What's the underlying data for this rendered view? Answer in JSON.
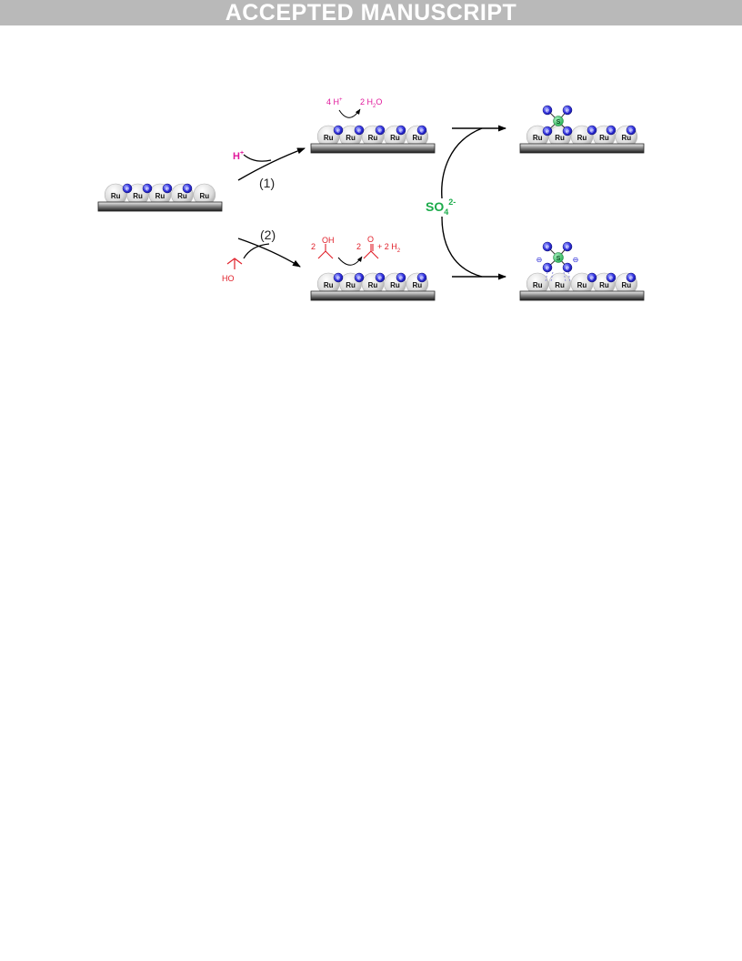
{
  "banner": {
    "text": "ACCEPTED MANUSCRIPT"
  },
  "scheme": {
    "atom_label": "Ru",
    "electron_label": "e",
    "sulfur_label": "S",
    "anion_charge_label": "⊖",
    "route1": {
      "label": "(1)",
      "reagent": "H",
      "reagent_sup": "+"
    },
    "route2": {
      "label": "(2)",
      "reagent_oh": "HO"
    },
    "reaction1": {
      "consumed": "4 H",
      "consumed_sup": "+",
      "produced_coef": "2 H",
      "produced_sub": "2",
      "produced_rest": "O"
    },
    "reaction2": {
      "reactant_coef": "2",
      "reactant_oh": "OH",
      "product_coef": "2",
      "product_o": "O",
      "byproduct": "+ 2 H",
      "byproduct_sub": "2"
    },
    "sulfate": {
      "base": "SO",
      "sub": "4",
      "sup": "2-"
    }
  },
  "colors": {
    "proton": "#e0189b",
    "alcohol": "#e0202a",
    "sulfate": "#1bab4a",
    "electron": "#2626d6",
    "ruthenium": "#e8e8e8",
    "support": "#2a2a2a",
    "banner": "#b9b9b9"
  }
}
